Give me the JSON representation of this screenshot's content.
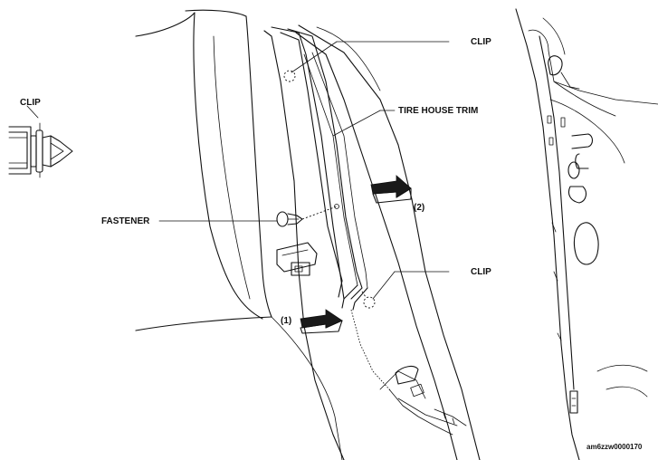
{
  "labels": {
    "clip_left": "CLIP",
    "clip_top": "CLIP",
    "tire_house_trim": "TIRE HOUSE TRIM",
    "fastener": "FASTENER",
    "clip_bottom": "CLIP",
    "step_1": "(1)",
    "step_2": "(2)",
    "figure_id": "am6zzw0000170"
  }
}
